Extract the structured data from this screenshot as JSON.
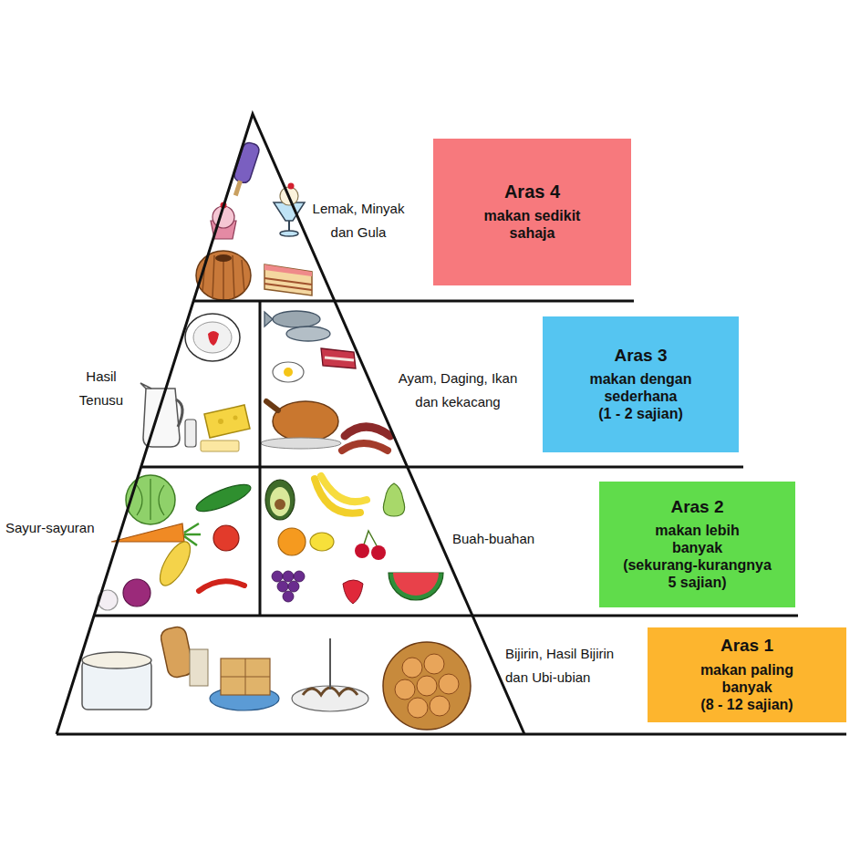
{
  "diagram": {
    "nodes": [
      {
        "text": [
          "Aras 4",
          "makan sedikit sahaja"
        ]
      },
      {
        "text": [
          "Aras 3",
          "makan dengan sederhana",
          "(1 - 2 sajian)"
        ]
      },
      {
        "text": [
          "Aras 2",
          "makan lebih banyak",
          "(sekurang-kurangnya 5 sajian)"
        ]
      },
      {
        "text": [
          "Aras 1",
          "makan paling banyak",
          "(8 - 12 sajian)"
        ]
      }
    ],
    "labels": [
      "Lemak, Minyak dan Gula",
      "Hasil Tenusu",
      "Ayam, Daging, Ikan dan kekacang",
      "Sayur-sayuran",
      "Buah-buahan",
      "Bijirin, Hasil Bijirin dan Ubi-ubian"
    ]
  }
}
